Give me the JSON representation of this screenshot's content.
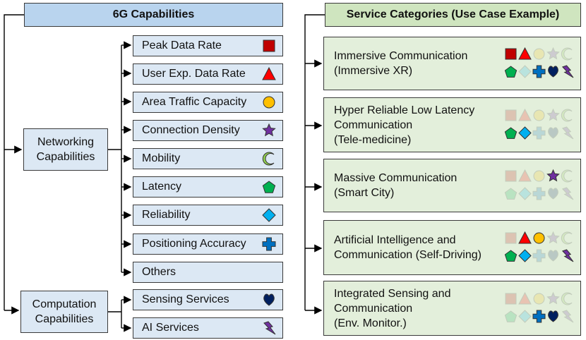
{
  "left_header": "6G Capabilities",
  "right_header": "Service Categories (Use Case Example)",
  "groups": [
    {
      "label_lines": [
        "Networking",
        "Capabilities"
      ]
    },
    {
      "label_lines": [
        "Computation",
        "Capabilities"
      ]
    }
  ],
  "capabilities": [
    {
      "label": "Peak Data Rate",
      "icon": "red-square-icon"
    },
    {
      "label": "User Exp. Data Rate",
      "icon": "red-triangle-icon"
    },
    {
      "label": "Area Traffic Capacity",
      "icon": "yellow-circle-icon"
    },
    {
      "label": "Connection Density",
      "icon": "purple-star-icon"
    },
    {
      "label": "Mobility",
      "icon": "green-crescent-icon"
    },
    {
      "label": "Latency",
      "icon": "green-pentagon-icon"
    },
    {
      "label": "Reliability",
      "icon": "blue-diamond-icon"
    },
    {
      "label": "Positioning Accuracy",
      "icon": "blue-cross-icon"
    },
    {
      "label": "Others",
      "icon": ""
    },
    {
      "label": "Sensing Services",
      "icon": "navy-heart-icon"
    },
    {
      "label": "AI Services",
      "icon": "purple-lightning-icon"
    }
  ],
  "services": [
    {
      "lines": [
        "Immersive Communication",
        "(Immersive XR)"
      ],
      "active": {
        "square": true,
        "triangle": true,
        "circle": false,
        "star": false,
        "crescent": false,
        "pentagon": true,
        "diamond": false,
        "cross": true,
        "heart": true,
        "lightning": true
      }
    },
    {
      "lines": [
        "Hyper Reliable Low Latency",
        "Communication",
        "(Tele-medicine)"
      ],
      "active": {
        "square": false,
        "triangle": false,
        "circle": false,
        "star": false,
        "crescent": false,
        "pentagon": true,
        "diamond": true,
        "cross": false,
        "heart": false,
        "lightning": false
      }
    },
    {
      "lines": [
        "Massive Communication",
        "(Smart City)"
      ],
      "active": {
        "square": false,
        "triangle": false,
        "circle": false,
        "star": true,
        "crescent": false,
        "pentagon": false,
        "diamond": false,
        "cross": false,
        "heart": false,
        "lightning": false
      }
    },
    {
      "lines": [
        "Artificial Intelligence and",
        "Communication (Self-Driving)"
      ],
      "active": {
        "square": false,
        "triangle": true,
        "circle": true,
        "star": false,
        "crescent": false,
        "pentagon": true,
        "diamond": true,
        "cross": false,
        "heart": false,
        "lightning": true
      }
    },
    {
      "lines": [
        "Integrated Sensing and",
        "Communication",
        "(Env. Monitor.)"
      ],
      "active": {
        "square": false,
        "triangle": false,
        "circle": false,
        "star": false,
        "crescent": false,
        "pentagon": false,
        "diamond": false,
        "cross": true,
        "heart": true,
        "lightning": false
      }
    }
  ],
  "colors": {
    "square": "#c00000",
    "triangle": "#ff0000",
    "circle": "#ffc000",
    "star": "#7030a0",
    "crescent": "#92d050",
    "pentagon": "#00b050",
    "diamond": "#00b0f0",
    "cross": "#0070c0",
    "heart": "#002060",
    "lightning": "#7030a0"
  }
}
